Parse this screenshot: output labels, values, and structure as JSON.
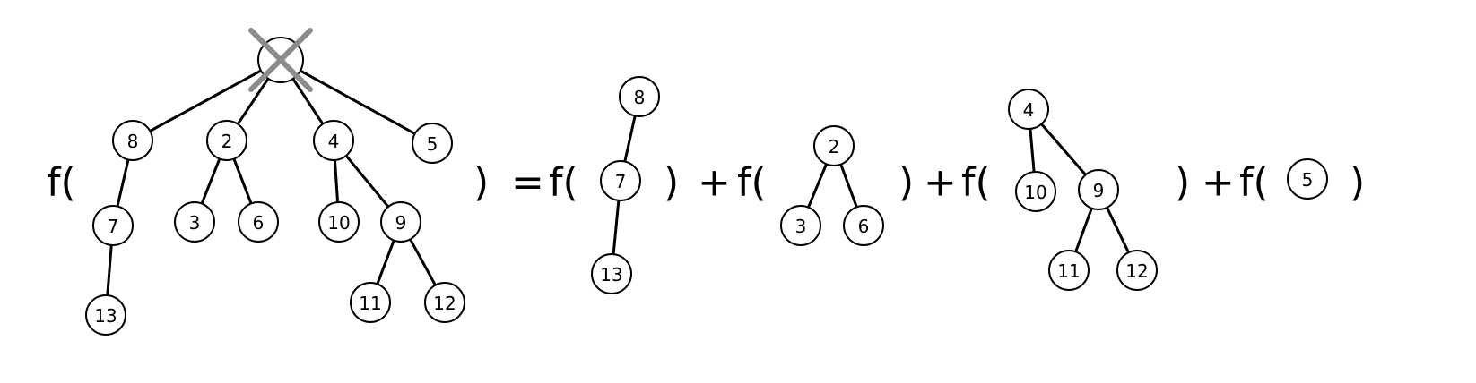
{
  "removed_root": {
    "label": ""
  },
  "colors": {
    "ink": "#000000",
    "strike": "#8c8c8c",
    "background": "#ffffff"
  },
  "symbols": {
    "f": "f",
    "open": "(",
    "close": ")",
    "equals": "=",
    "plus": "+"
  },
  "trees": [
    {
      "id": "whole",
      "nodes": [
        "8",
        "2",
        "4",
        "5",
        "7",
        "13",
        "3",
        "6",
        "10",
        "9",
        "11",
        "12"
      ],
      "edges": [
        [
          "8",
          "7"
        ],
        [
          "7",
          "13"
        ],
        [
          "2",
          "3"
        ],
        [
          "2",
          "6"
        ],
        [
          "4",
          "10"
        ],
        [
          "4",
          "9"
        ],
        [
          "9",
          "11"
        ],
        [
          "9",
          "12"
        ]
      ]
    },
    {
      "id": "subtree-8",
      "nodes": [
        "8",
        "7",
        "13"
      ],
      "edges": [
        [
          "8",
          "7"
        ],
        [
          "7",
          "13"
        ]
      ]
    },
    {
      "id": "subtree-2",
      "nodes": [
        "2",
        "3",
        "6"
      ],
      "edges": [
        [
          "2",
          "3"
        ],
        [
          "2",
          "6"
        ]
      ]
    },
    {
      "id": "subtree-4",
      "nodes": [
        "4",
        "10",
        "9",
        "11",
        "12"
      ],
      "edges": [
        [
          "4",
          "10"
        ],
        [
          "4",
          "9"
        ],
        [
          "9",
          "11"
        ],
        [
          "9",
          "12"
        ]
      ]
    },
    {
      "id": "subtree-5",
      "nodes": [
        "5"
      ],
      "edges": []
    }
  ]
}
